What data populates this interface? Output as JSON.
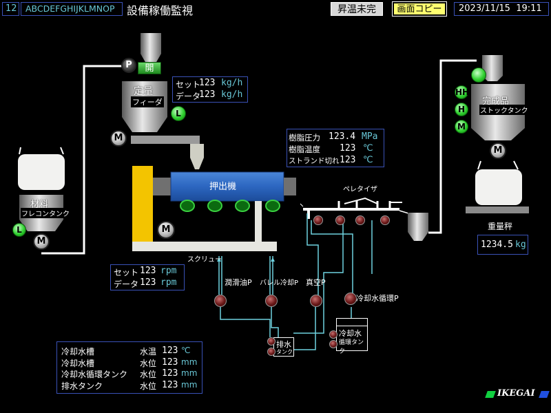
{
  "header": {
    "screen_no": "12",
    "id_code": "ABCDEFGHIJKLMNOP",
    "title": "設備稼働監視",
    "status_button": "昇温未完",
    "copy_button": "画面コピー",
    "datetime": "2023/11/15  19:11"
  },
  "feeder": {
    "label_top": "定量",
    "label_bottom": "フィーダ",
    "set_label": "セット",
    "set_value": "123",
    "set_unit": "kg/h",
    "data_label": "データ",
    "data_value": "123",
    "data_unit": "kg/h",
    "lamp_l": "L",
    "motor": "M",
    "pump_p": "P",
    "valve_open": "開"
  },
  "material_tank": {
    "label_top": "材料",
    "label_bottom": "フレコンタンク",
    "lamp_l": "L",
    "motor": "M"
  },
  "extruder": {
    "label": "押出機",
    "motor": "M",
    "screw_label": "スクリュー",
    "set_label": "セット",
    "set_value": "123",
    "set_unit": "rpm",
    "data_label": "データ",
    "data_value": "123",
    "data_unit": "rpm"
  },
  "resin": {
    "pressure_label": "樹脂圧力",
    "pressure_value": "123.4",
    "pressure_unit": "MPa",
    "temp_label": "樹脂温度",
    "temp_value": "123",
    "temp_unit": "℃",
    "strand_label": "ストランド切れ",
    "strand_value": "123",
    "strand_unit": "℃"
  },
  "pelletizer": {
    "label": "ペレタイザ"
  },
  "stock_tank": {
    "label_top": "完成品",
    "label_bottom": "ストックタンク",
    "lamp_hh": "HH",
    "lamp_h": "H",
    "lamp_m": "M",
    "motor": "M"
  },
  "scale": {
    "label": "重量秤",
    "value": "1234.5",
    "unit": "kg"
  },
  "pumps": {
    "lube": "潤滑油P",
    "barrel_cool": "バレル冷却P",
    "vacuum": "真空P",
    "cool_circ": "冷却水循環P"
  },
  "tanks": {
    "drain_top": "排水",
    "drain_bottom": "タンク",
    "circ_top": "冷却水",
    "circ_bottom": "循環タンク"
  },
  "water_table": {
    "rows": [
      {
        "name": "冷却水槽",
        "kind": "水温",
        "value": "123",
        "unit": "℃"
      },
      {
        "name": "冷却水槽",
        "kind": "水位",
        "value": "123",
        "unit": "mm"
      },
      {
        "name": "冷却水循環タンク",
        "kind": "水位",
        "value": "123",
        "unit": "mm"
      },
      {
        "name": "排水タンク",
        "kind": "水位",
        "value": "123",
        "unit": "mm"
      }
    ]
  },
  "logo": "IKEGAI"
}
